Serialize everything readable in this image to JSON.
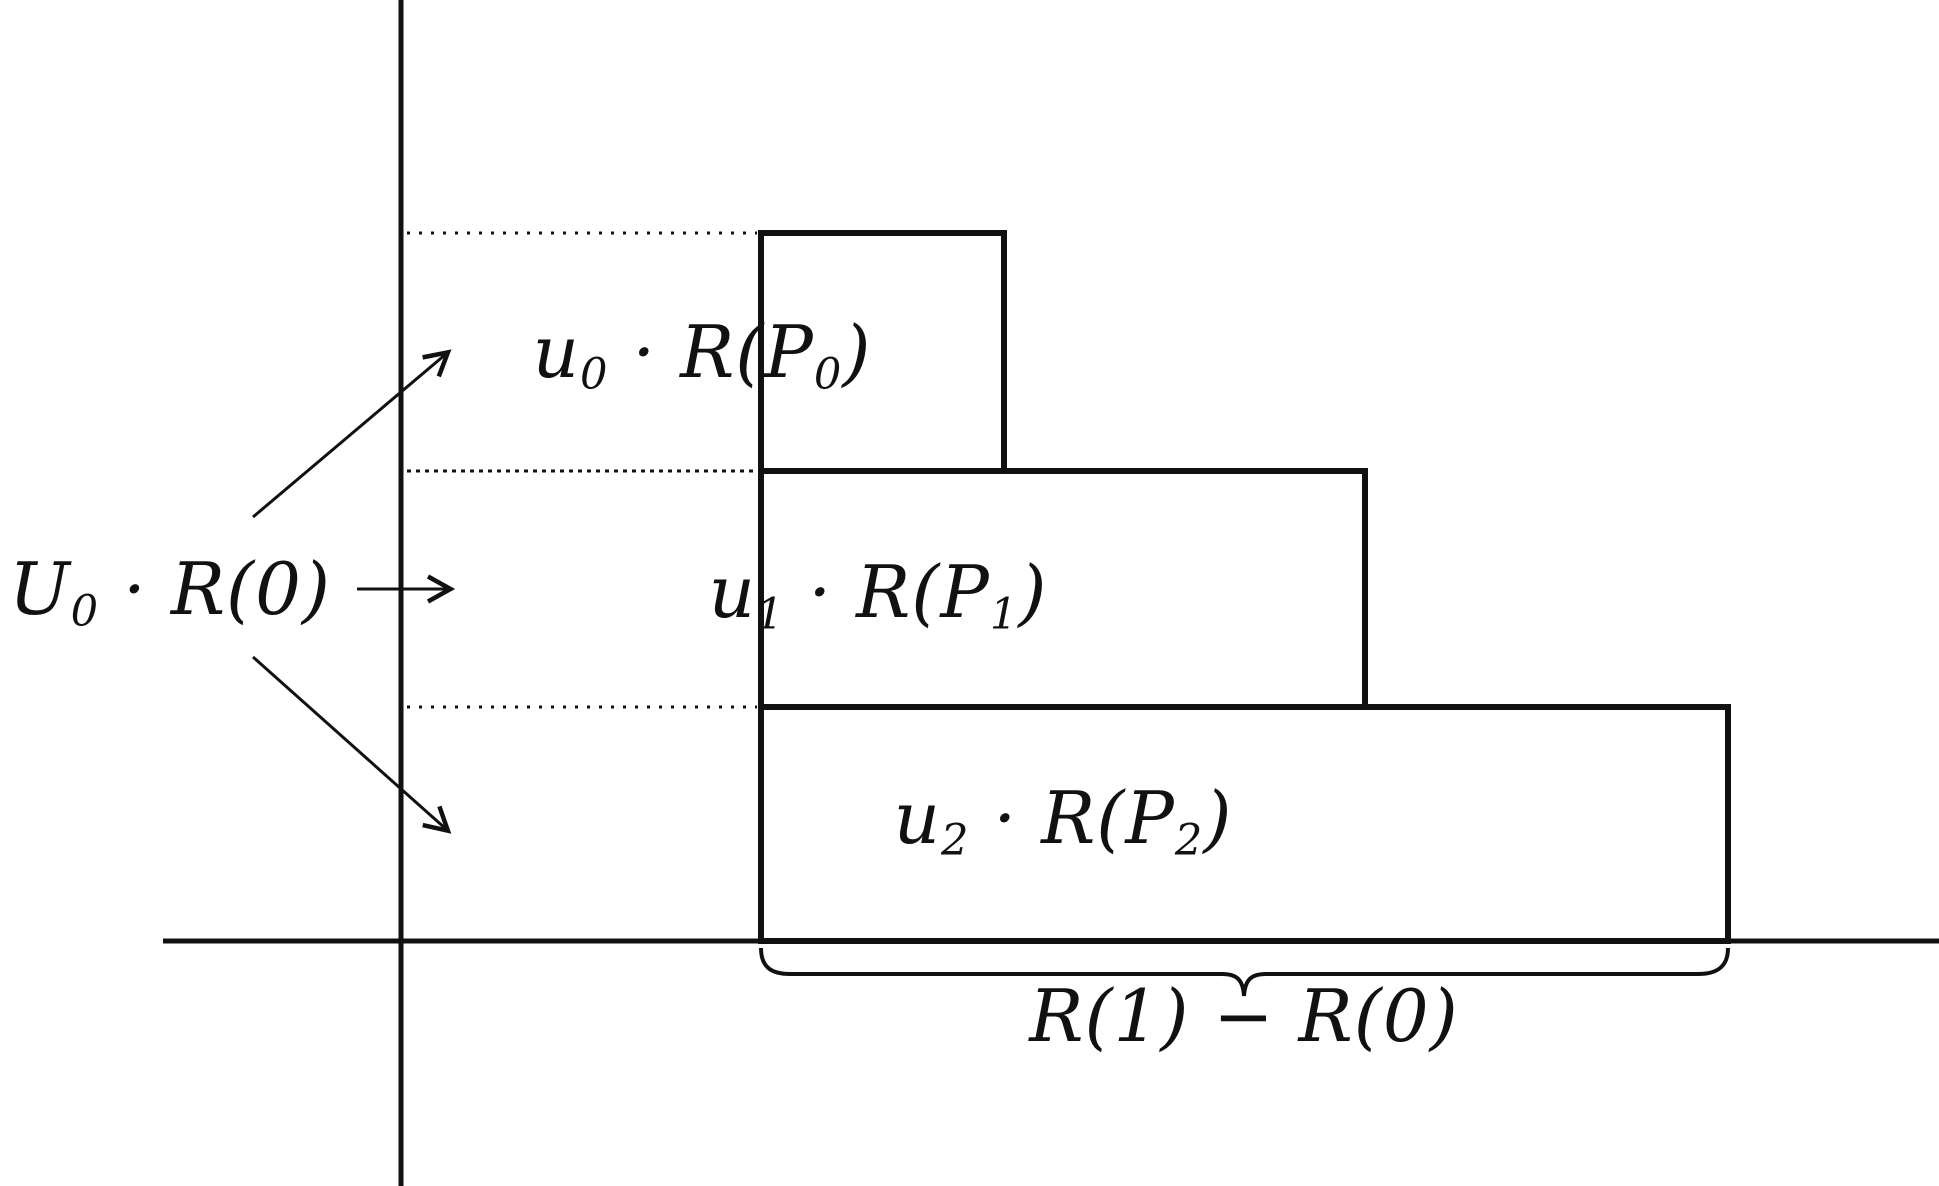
{
  "figure": {
    "background": "#ffffff",
    "ink_color": "#111111",
    "labels": {
      "term0": {
        "var": "u",
        "var_sub": "0",
        "middle": " · R(P",
        "arg_sub": "0",
        "close": ")"
      },
      "term1": {
        "var": "u",
        "var_sub": "1",
        "middle": " · R(P",
        "arg_sub": "1",
        "close": ")"
      },
      "term2": {
        "var": "u",
        "var_sub": "2",
        "middle": " · R(P",
        "arg_sub": "2",
        "close": ")"
      },
      "left": {
        "var": "U",
        "var_sub": "0",
        "rest": " · R(0)"
      },
      "brace_label": "R(1) − R(0)"
    }
  }
}
